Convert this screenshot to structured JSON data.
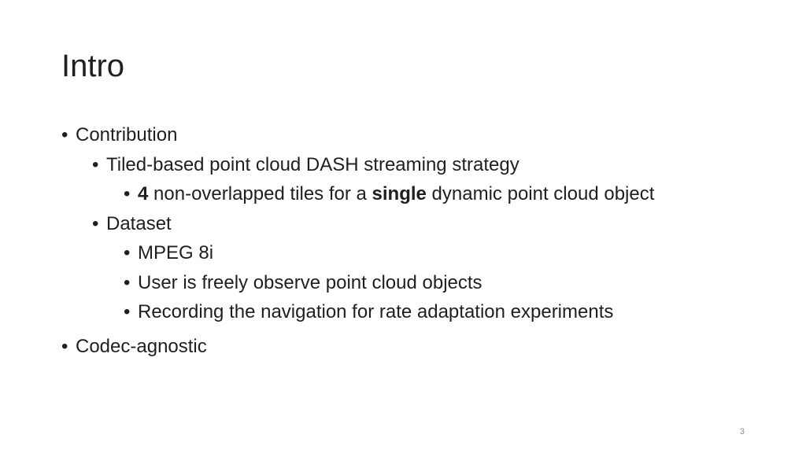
{
  "slide": {
    "title": "Intro",
    "bullet_char": "•",
    "items": {
      "contribution": "Contribution",
      "tiled_strategy": "Tiled-based point cloud DASH streaming strategy",
      "tiles_count": "4",
      "tiles_mid": " non-overlapped tiles for a ",
      "tiles_single": "single",
      "tiles_end": " dynamic point cloud object",
      "dataset": "Dataset",
      "mpeg": "MPEG 8i",
      "user_observe": "User is freely observe point cloud objects",
      "recording": "Recording the navigation for rate adaptation experiments",
      "codec": "Codec-agnostic"
    },
    "page_number": "3"
  }
}
